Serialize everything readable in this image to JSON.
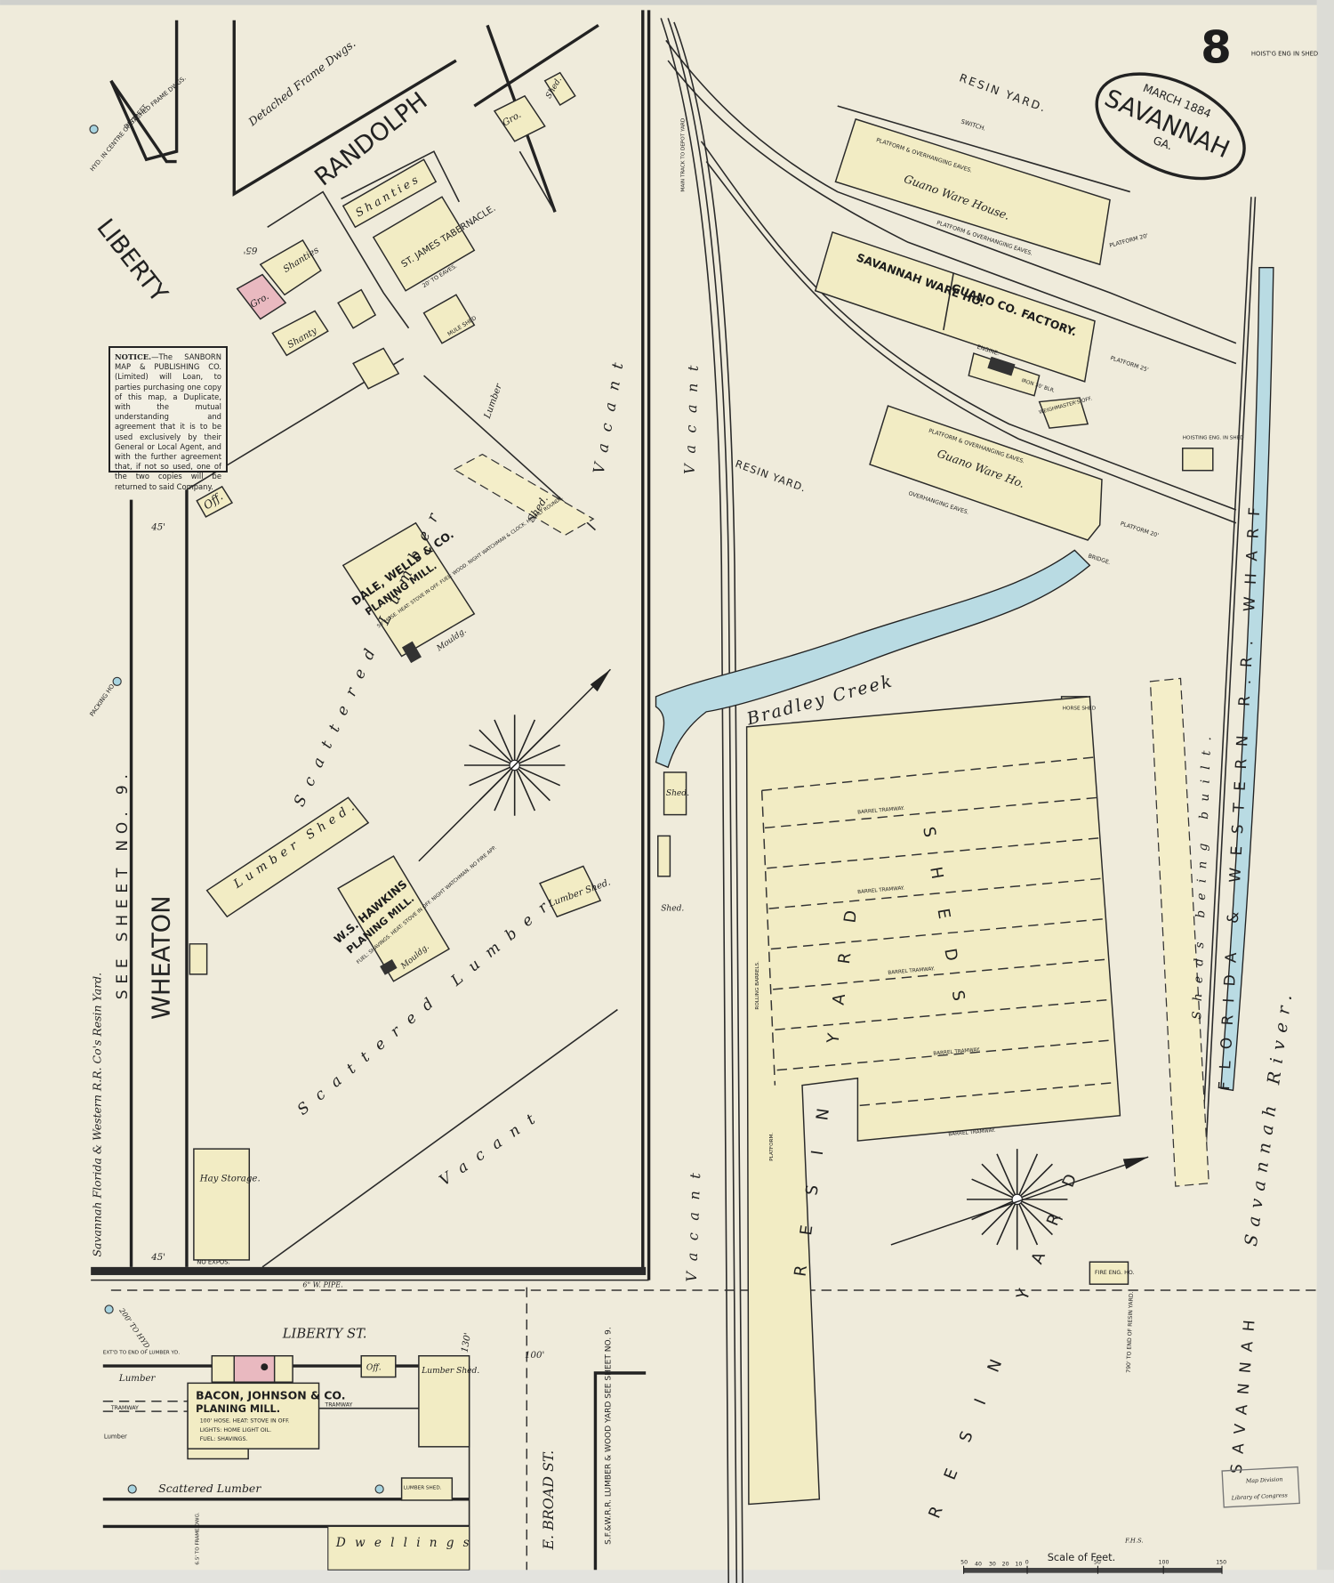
{
  "sheet": {
    "number": "8",
    "city": "SAVANNAH",
    "state": "GA.",
    "date": "MARCH 1884",
    "corner_note": "HOIST'G ENG IN SHED",
    "drafter": "F.H.S.",
    "stamp": [
      "Map Division",
      "Library of Congress"
    ]
  },
  "notice": {
    "heading": "NOTICE.",
    "body": "—The SANBORN MAP & PUBLISHING CO. (Limited) will Loan, to parties purchasing one copy of this map, a Duplicate, with the mutual understanding and agreement that it is to be used exclusively by their General or Local Agent, and with the further agreement that, if not so used, one of the two copies will be returned to said Company."
  },
  "streets": {
    "randolph": "RANDOLPH",
    "liberty": "LIBERTY",
    "wheaton": "WHEATON",
    "liberty_st": "LIBERTY ST.",
    "e_broad_st": "E. BROAD ST.",
    "see_sheet_left": "SEE SHEET NO. 9.",
    "resin_yard_side": "Savannah Florida & Western R.R. Co's Resin Yard.",
    "sfw_note": "S.F.&W.R.R. LUMBER & WOOD YARD SEE SHEET NO. 9."
  },
  "labels": {
    "detached_frame_dwgs": "Detached Frame Dwgs.",
    "detached_frame_dwgs_small": "DETACHED FRAME DWGS.",
    "hyd_centre": "HYD. IN CENTRE OF STREET.",
    "gro": "Gro.",
    "shanties": "Shanties",
    "shanty": "Shanty",
    "st_james": "ST. JAMES TABERNACLE.",
    "eaves_20": "20' TO EAVES.",
    "mule_shed": "MULE SHED",
    "shed": "Shed.",
    "scattered_lumber": "Scattered Lumber",
    "vacant": "Vacant",
    "lumber": "Lumber",
    "lumber_shed": "Lumber Shed.",
    "lumber_shed_caps": "LUMBER SHED.",
    "off": "Off.",
    "dale_wells": "DALE, WELLS & CO.",
    "planing_mill": "PLANING MILL.",
    "dale_notes": "50' HOSE. HEAT: STOVE IN OFF. FUEL: WOOD. NIGHT WATCHMAN & CLOCK. HOURLY ROUNDS.",
    "mouldg": "Mouldg.",
    "eng": "ENG.",
    "hawkins": "W.S. HAWKINS",
    "hawkins_notes": "FUEL: SHAVINGS. HEAT: STOVE IN OFF. NIGHT WATCHMAN. NO FIRE APP.",
    "hay_storage": "Hay Storage.",
    "no_expos": "NO EXPOS.",
    "packing_ho": "PACKING HO.",
    "pipe": "6\" W. PIPE.",
    "to_hyd": "200' TO HYD.",
    "end_of_lumber": "EXT'D TO END OF LUMBER YD.",
    "bacon_johnson": "BACON, JOHNSON & CO.",
    "bacon_notes": [
      "100' HOSE. HEAT: STOVE IN OFF.",
      "LIGHTS: HOME LIGHT OIL.",
      "FUEL: SHAVINGS."
    ],
    "tramway": "TRAMWAY",
    "dwellings": "Dwellings",
    "frame_dwg": "6.5' TO FRAME DWG.",
    "resin_yard": "RESIN YARD.",
    "resin_yard_mid": "RESIN YARD.",
    "resin_yard_big": "RESIN YARD",
    "switch": "SWITCH.",
    "platform_eaves": "PLATFORM & OVERHANGING EAVES.",
    "overhanging_eaves": "OVERHANGING EAVES.",
    "guano_ware_house": "Guano Ware House.",
    "guano_ware_ho": "Guano Ware Ho.",
    "savannah_ware_ho": "SAVANNAH WARE HO.",
    "guano_factory": "GUANO CO. FACTORY.",
    "engine": "ENGINE.",
    "iron_30": "IRON 30' BLR.",
    "weighmasters_off": "WEIGHMASTER'S OFF.",
    "hoisting_eng": "HOISTING ENG. IN SHED",
    "platform_20": "PLATFORM 20'",
    "platform_25": "PLATFORM 25'",
    "bridge": "BRIDGE.",
    "bradley_creek": "Bradley Creek",
    "main_track": "MAIN TRACK TO DEPOT YARD",
    "horse_shed": "HORSE SHED",
    "barrel_tramway": "BARREL TRAMWAY.",
    "sheds": "SHEDS",
    "rolling_barrels": "ROLLING BARRELS.",
    "platform": "PLATFORM.",
    "sheds_being_built": "Sheds being built.",
    "fire_eng_ho": "FIRE ENG. HO.",
    "to_end_resin": "790' TO END OF RESIN YARD.",
    "wharf": "FLORIDA & WESTERN R.R. WHARF",
    "savannah_river": "Savannah River.",
    "savannah_river_caps": "SAVANNAH",
    "dim_45": "45'",
    "dim_130": "130'",
    "dim_100": "100'",
    "dim_65": "65'"
  },
  "scale": {
    "title": "Scale of Feet.",
    "ticks": [
      "50",
      "40",
      "30",
      "20",
      "10",
      "0",
      "50",
      "100",
      "150"
    ]
  },
  "colors": {
    "paper": "#efebdb",
    "frame_building": "#f2ecc4",
    "brick_building": "#e9b9c0",
    "water": "#b9dbe3"
  },
  "icons": [
    "compass-rose-icon",
    "north-arrow-icon",
    "hydrant-icon"
  ]
}
